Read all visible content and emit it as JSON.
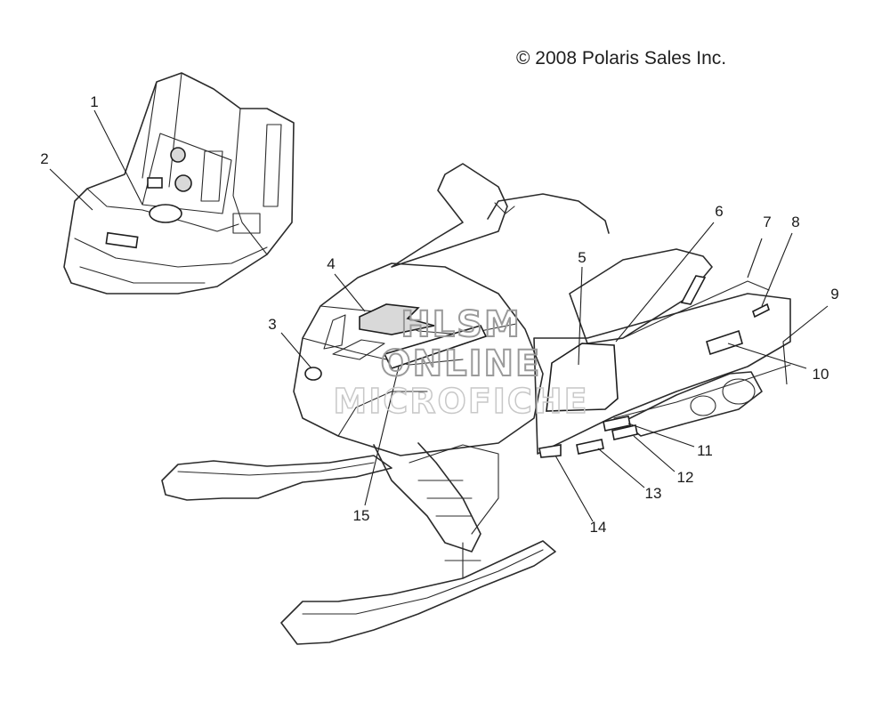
{
  "copyright": "© 2008 Polaris Sales Inc.",
  "watermark": {
    "line1": "HLSM",
    "line2": "ONLINE",
    "line3": "MICROFICHE"
  },
  "callouts": [
    "1",
    "2",
    "3",
    "4",
    "5",
    "6",
    "7",
    "8",
    "9",
    "10",
    "11",
    "12",
    "13",
    "14",
    "15"
  ]
}
